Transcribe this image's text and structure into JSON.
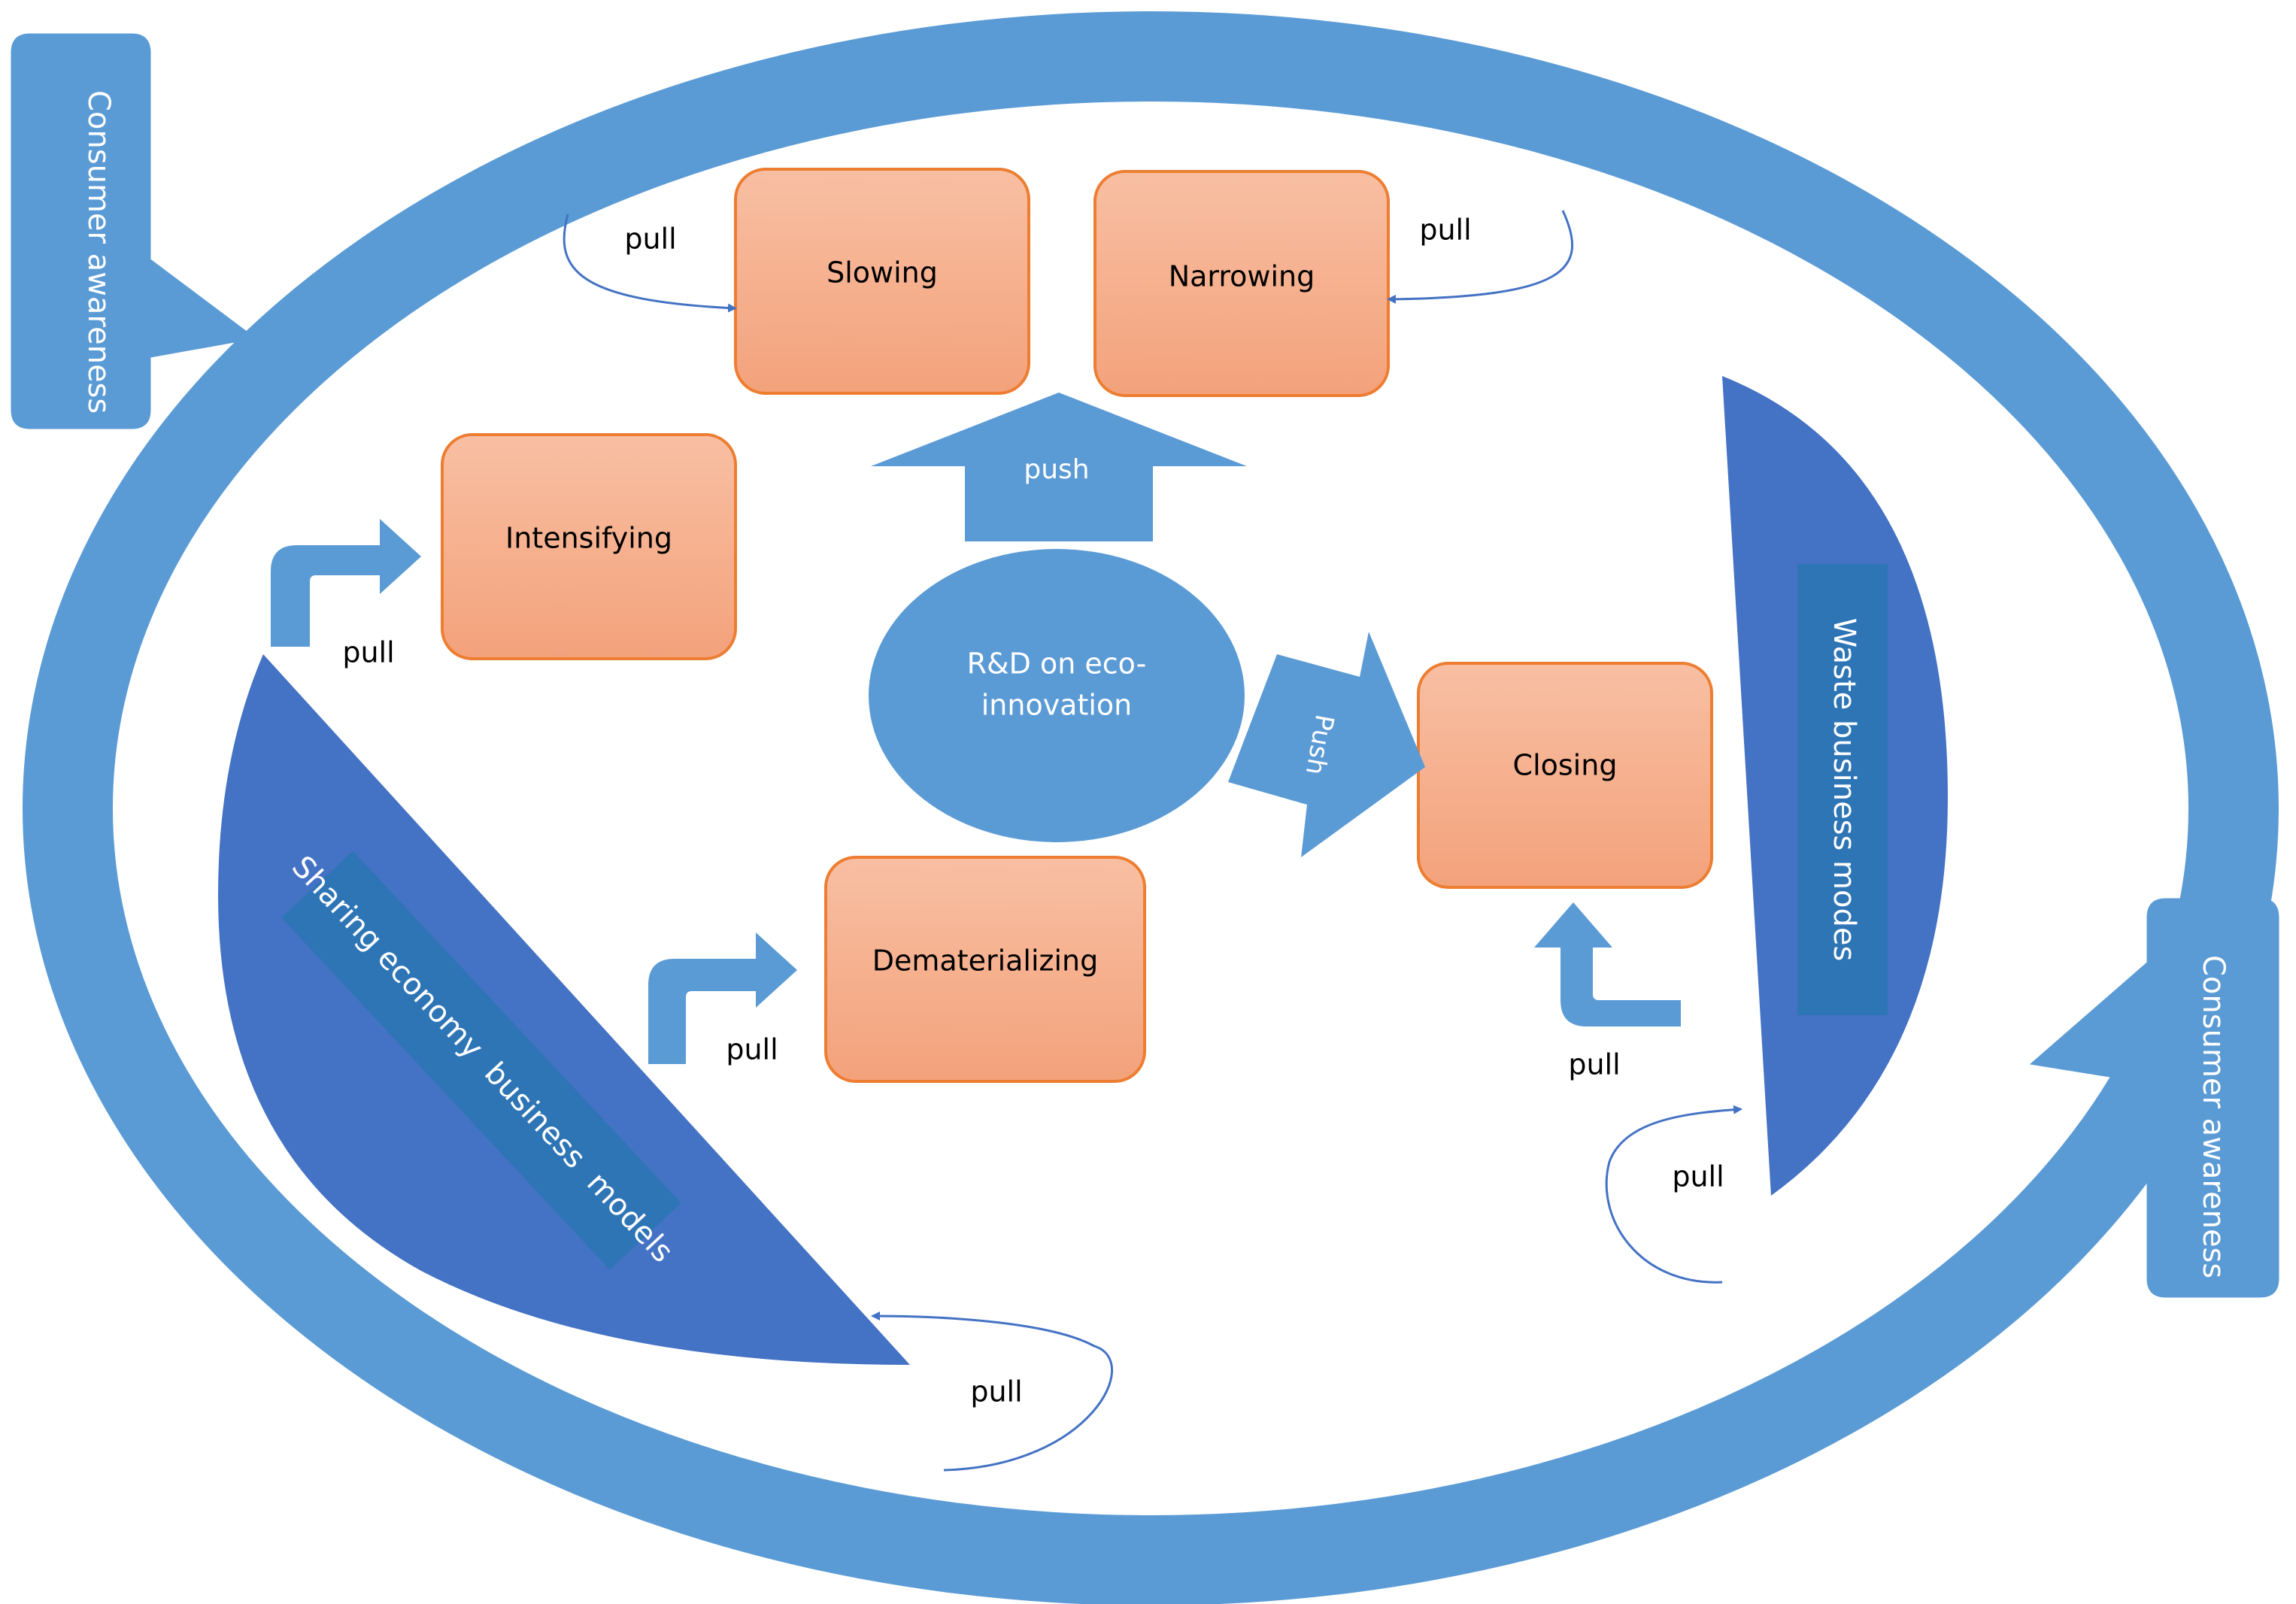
{
  "colors": {
    "ring": "#5B9BD5",
    "shape_dark": "#4472C4",
    "label_band": "#2E75B6",
    "box_top": "#F8BFA3",
    "box_bottom": "#F3A27B",
    "box_border": "#ED7D31",
    "connector": "#4472C4",
    "text_dark": "#000000",
    "text_light": "#ffffff"
  },
  "callouts": {
    "left": "Consumer awareness",
    "right": "Consumer awareness"
  },
  "center": {
    "label_line1": "R&D on eco-",
    "label_line2": "innovation"
  },
  "arrows": {
    "push_up": "push",
    "push_right": "Push"
  },
  "boxes": {
    "slowing": "Slowing",
    "narrowing": "Narrowing",
    "intensifying": "Intensifying",
    "dematerializing": "Dematerializing",
    "closing": "Closing"
  },
  "business_models": {
    "sharing": "Sharing economy  business  models",
    "waste": "Waste business modes"
  },
  "pull_labels": {
    "slowing": "pull",
    "narrowing": "pull",
    "intensifying": "pull",
    "dematerializing": "pull",
    "closing": "pull",
    "waste_loop": "pull",
    "sharing_loop": "pull"
  }
}
